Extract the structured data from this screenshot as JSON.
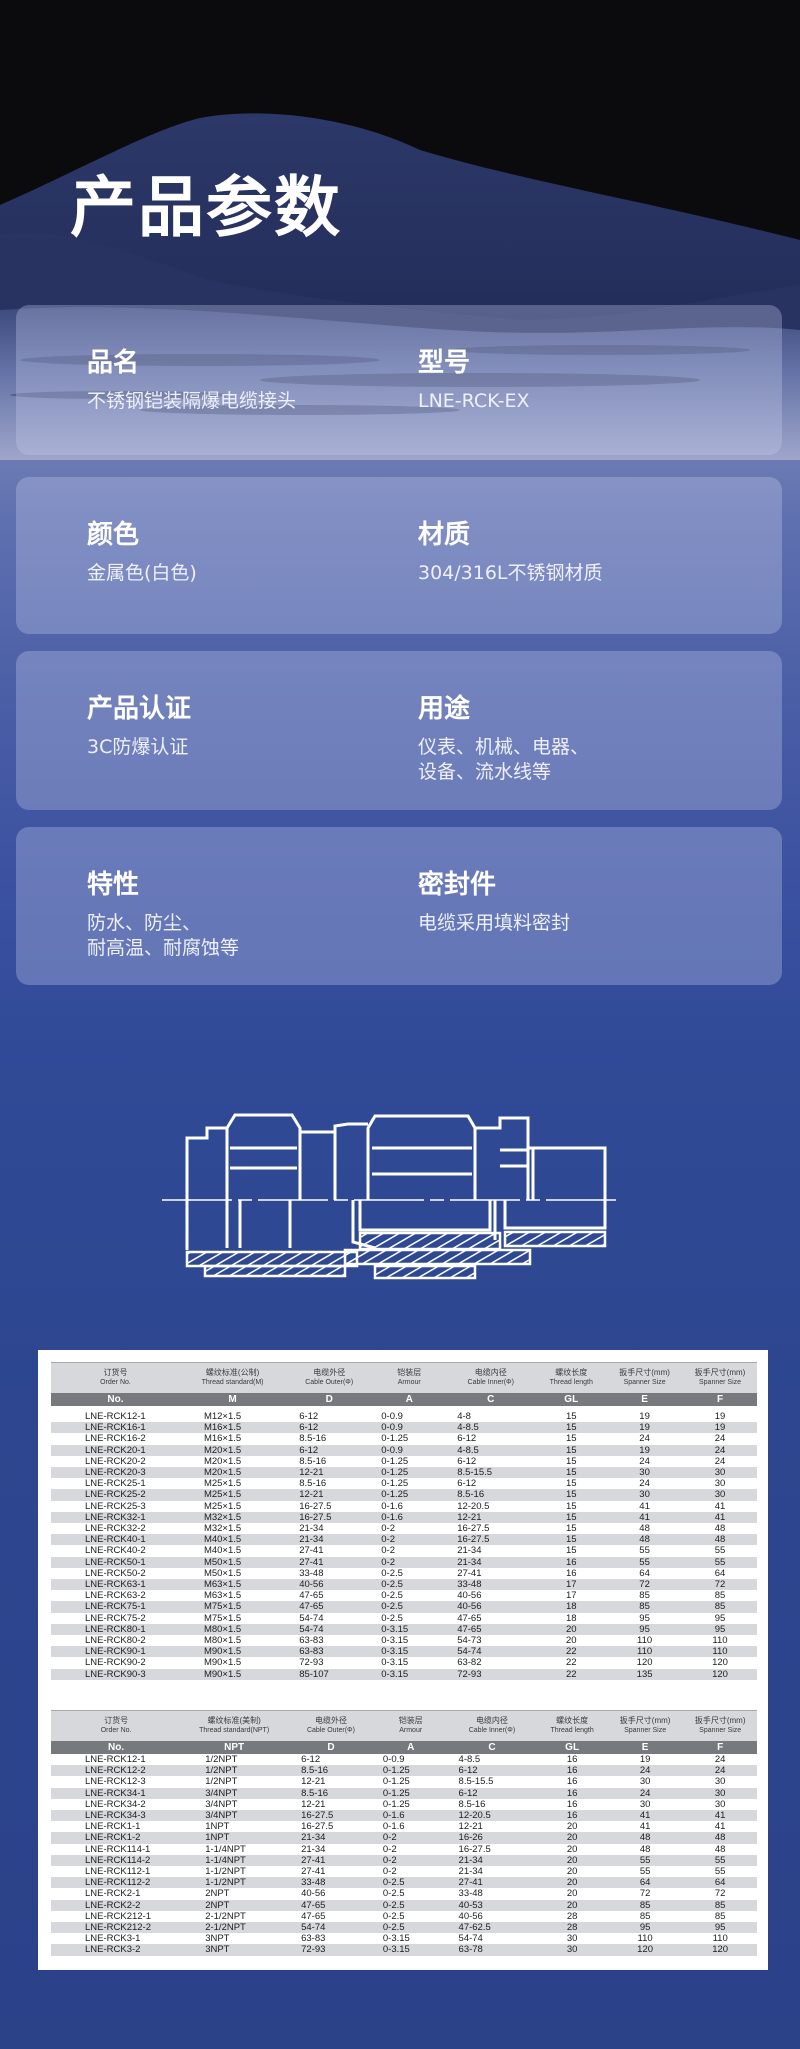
{
  "page": {
    "title": "产品参数"
  },
  "colors": {
    "background_bottom": "#2b4289",
    "card_overlay": "rgba(200,205,235,0.32)",
    "table_stripe": "#d6d8dc",
    "table_symbol_bar": "#76797d"
  },
  "cards": [
    {
      "left": {
        "label": "品名",
        "value": "不锈钢铠装隔爆电缆接头"
      },
      "right": {
        "label": "型号",
        "value": "LNE-RCK-EX"
      }
    },
    {
      "left": {
        "label": "颜色",
        "value": "金属色(白色)"
      },
      "right": {
        "label": "材质",
        "value": "304/316L不锈钢材质"
      }
    },
    {
      "left": {
        "label": "产品认证",
        "value": "3C防爆认证"
      },
      "right": {
        "label": "用途",
        "value": "仪表、机械、电器、\n设备、流水线等"
      }
    },
    {
      "left": {
        "label": "特性",
        "value": "防水、防尘、\n耐高温、耐腐蚀等"
      },
      "right": {
        "label": "密封件",
        "value": "电缆采用填料密封"
      }
    }
  ],
  "diagram": {
    "icon": "cable-gland-cross-section-diagram"
  },
  "tables": [
    {
      "headers": [
        {
          "zh": "订货号",
          "en": "Order No.",
          "sym": "No."
        },
        {
          "zh": "螺纹标准(公制)",
          "en": "Thread standard(M)",
          "sym": "M"
        },
        {
          "zh": "电缆外径",
          "en": "Cable Outer(Φ)",
          "sym": "D"
        },
        {
          "zh": "铠装层",
          "en": "Armour",
          "sym": "A"
        },
        {
          "zh": "电缆内径",
          "en": "Cable Inner(Φ)",
          "sym": "C"
        },
        {
          "zh": "螺纹长度",
          "en": "Thread length",
          "sym": "GL"
        },
        {
          "zh": "扳手尺寸(mm)",
          "en": "Spanner Size",
          "sym": "E"
        },
        {
          "zh": "扳手尺寸(mm)",
          "en": "Spanner Size",
          "sym": "F"
        }
      ],
      "rows": [
        [
          "LNE-RCK12-1",
          "M12×1.5",
          "6-12",
          "0-0.9",
          "4-8",
          "15",
          "19",
          "19"
        ],
        [
          "LNE-RCK16-1",
          "M16×1.5",
          "6-12",
          "0-0.9",
          "4-8.5",
          "15",
          "19",
          "19"
        ],
        [
          "LNE-RCK16-2",
          "M16×1.5",
          "8.5-16",
          "0-1.25",
          "6-12",
          "15",
          "24",
          "24"
        ],
        [
          "LNE-RCK20-1",
          "M20×1.5",
          "6-12",
          "0-0.9",
          "4-8.5",
          "15",
          "19",
          "24"
        ],
        [
          "LNE-RCK20-2",
          "M20×1.5",
          "8.5-16",
          "0-1.25",
          "6-12",
          "15",
          "24",
          "24"
        ],
        [
          "LNE-RCK20-3",
          "M20×1.5",
          "12-21",
          "0-1.25",
          "8.5-15.5",
          "15",
          "30",
          "30"
        ],
        [
          "LNE-RCK25-1",
          "M25×1.5",
          "8.5-16",
          "0-1.25",
          "6-12",
          "15",
          "24",
          "30"
        ],
        [
          "LNE-RCK25-2",
          "M25×1.5",
          "12-21",
          "0-1.25",
          "8.5-16",
          "15",
          "30",
          "30"
        ],
        [
          "LNE-RCK25-3",
          "M25×1.5",
          "16-27.5",
          "0-1.6",
          "12-20.5",
          "15",
          "41",
          "41"
        ],
        [
          "LNE-RCK32-1",
          "M32×1.5",
          "16-27.5",
          "0-1.6",
          "12-21",
          "15",
          "41",
          "41"
        ],
        [
          "LNE-RCK32-2",
          "M32×1.5",
          "21-34",
          "0-2",
          "16-27.5",
          "15",
          "48",
          "48"
        ],
        [
          "LNE-RCK40-1",
          "M40×1.5",
          "21-34",
          "0-2",
          "16-27.5",
          "15",
          "48",
          "48"
        ],
        [
          "LNE-RCK40-2",
          "M40×1.5",
          "27-41",
          "0-2",
          "21-34",
          "15",
          "55",
          "55"
        ],
        [
          "LNE-RCK50-1",
          "M50×1.5",
          "27-41",
          "0-2",
          "21-34",
          "16",
          "55",
          "55"
        ],
        [
          "LNE-RCK50-2",
          "M50×1.5",
          "33-48",
          "0-2.5",
          "27-41",
          "16",
          "64",
          "64"
        ],
        [
          "LNE-RCK63-1",
          "M63×1.5",
          "40-56",
          "0-2.5",
          "33-48",
          "17",
          "72",
          "72"
        ],
        [
          "LNE-RCK63-2",
          "M63×1.5",
          "47-65",
          "0-2.5",
          "40-56",
          "17",
          "85",
          "85"
        ],
        [
          "LNE-RCK75-1",
          "M75×1.5",
          "47-65",
          "0-2.5",
          "40-56",
          "18",
          "85",
          "85"
        ],
        [
          "LNE-RCK75-2",
          "M75×1.5",
          "54-74",
          "0-2.5",
          "47-65",
          "18",
          "95",
          "95"
        ],
        [
          "LNE-RCK80-1",
          "M80×1.5",
          "54-74",
          "0-3.15",
          "47-65",
          "20",
          "95",
          "95"
        ],
        [
          "LNE-RCK80-2",
          "M80×1.5",
          "63-83",
          "0-3.15",
          "54-73",
          "20",
          "110",
          "110"
        ],
        [
          "LNE-RCK90-1",
          "M90×1.5",
          "63-83",
          "0-3.15",
          "54-74",
          "22",
          "110",
          "110"
        ],
        [
          "LNE-RCK90-2",
          "M90×1.5",
          "72-93",
          "0-3.15",
          "63-82",
          "22",
          "120",
          "120"
        ],
        [
          "LNE-RCK90-3",
          "M90×1.5",
          "85-107",
          "0-3.15",
          "72-93",
          "22",
          "135",
          "120"
        ]
      ]
    },
    {
      "headers": [
        {
          "zh": "订货号",
          "en": "Order No.",
          "sym": "No."
        },
        {
          "zh": "螺纹标准(美制)",
          "en": "Thread standard(NPT)",
          "sym": "NPT"
        },
        {
          "zh": "电缆外径",
          "en": "Cable Outer(Φ)",
          "sym": "D"
        },
        {
          "zh": "铠装层",
          "en": "Armour",
          "sym": "A"
        },
        {
          "zh": "电缆内径",
          "en": "Cable Inner(Φ)",
          "sym": "C"
        },
        {
          "zh": "螺纹长度",
          "en": "Thread length",
          "sym": "GL"
        },
        {
          "zh": "扳手尺寸(mm)",
          "en": "Spanner Size",
          "sym": "E"
        },
        {
          "zh": "扳手尺寸(mm)",
          "en": "Spanner Size",
          "sym": "F"
        }
      ],
      "rows": [
        [
          "LNE-RCK12-1",
          "1/2NPT",
          "6-12",
          "0-0.9",
          "4-8.5",
          "16",
          "19",
          "24"
        ],
        [
          "LNE-RCK12-2",
          "1/2NPT",
          "8.5-16",
          "0-1.25",
          "6-12",
          "16",
          "24",
          "24"
        ],
        [
          "LNE-RCK12-3",
          "1/2NPT",
          "12-21",
          "0-1.25",
          "8.5-15.5",
          "16",
          "30",
          "30"
        ],
        [
          "LNE-RCK34-1",
          "3/4NPT",
          "8.5-16",
          "0-1.25",
          "6-12",
          "16",
          "24",
          "30"
        ],
        [
          "LNE-RCK34-2",
          "3/4NPT",
          "12-21",
          "0-1.25",
          "8.5-16",
          "16",
          "30",
          "30"
        ],
        [
          "LNE-RCK34-3",
          "3/4NPT",
          "16-27.5",
          "0-1.6",
          "12-20.5",
          "16",
          "41",
          "41"
        ],
        [
          "LNE-RCK1-1",
          "1NPT",
          "16-27.5",
          "0-1.6",
          "12-21",
          "20",
          "41",
          "41"
        ],
        [
          "LNE-RCK1-2",
          "1NPT",
          "21-34",
          "0-2",
          "16-26",
          "20",
          "48",
          "48"
        ],
        [
          "LNE-RCK114-1",
          "1-1/4NPT",
          "21-34",
          "0-2",
          "16-27.5",
          "20",
          "48",
          "48"
        ],
        [
          "LNE-RCK114-2",
          "1-1/4NPT",
          "27-41",
          "0-2",
          "21-34",
          "20",
          "55",
          "55"
        ],
        [
          "LNE-RCK112-1",
          "1-1/2NPT",
          "27-41",
          "0-2",
          "21-34",
          "20",
          "55",
          "55"
        ],
        [
          "LNE-RCK112-2",
          "1-1/2NPT",
          "33-48",
          "0-2.5",
          "27-41",
          "20",
          "64",
          "64"
        ],
        [
          "LNE-RCK2-1",
          "2NPT",
          "40-56",
          "0-2.5",
          "33-48",
          "20",
          "72",
          "72"
        ],
        [
          "LNE-RCK2-2",
          "2NPT",
          "47-65",
          "0-2.5",
          "40-53",
          "20",
          "85",
          "85"
        ],
        [
          "LNE-RCK212-1",
          "2-1/2NPT",
          "47-65",
          "0-2.5",
          "40-56",
          "28",
          "85",
          "85"
        ],
        [
          "LNE-RCK212-2",
          "2-1/2NPT",
          "54-74",
          "0-2.5",
          "47-62.5",
          "28",
          "95",
          "95"
        ],
        [
          "LNE-RCK3-1",
          "3NPT",
          "63-83",
          "0-3.15",
          "54-74",
          "30",
          "110",
          "110"
        ],
        [
          "LNE-RCK3-2",
          "3NPT",
          "72-93",
          "0-3.15",
          "63-78",
          "30",
          "120",
          "120"
        ]
      ]
    }
  ]
}
